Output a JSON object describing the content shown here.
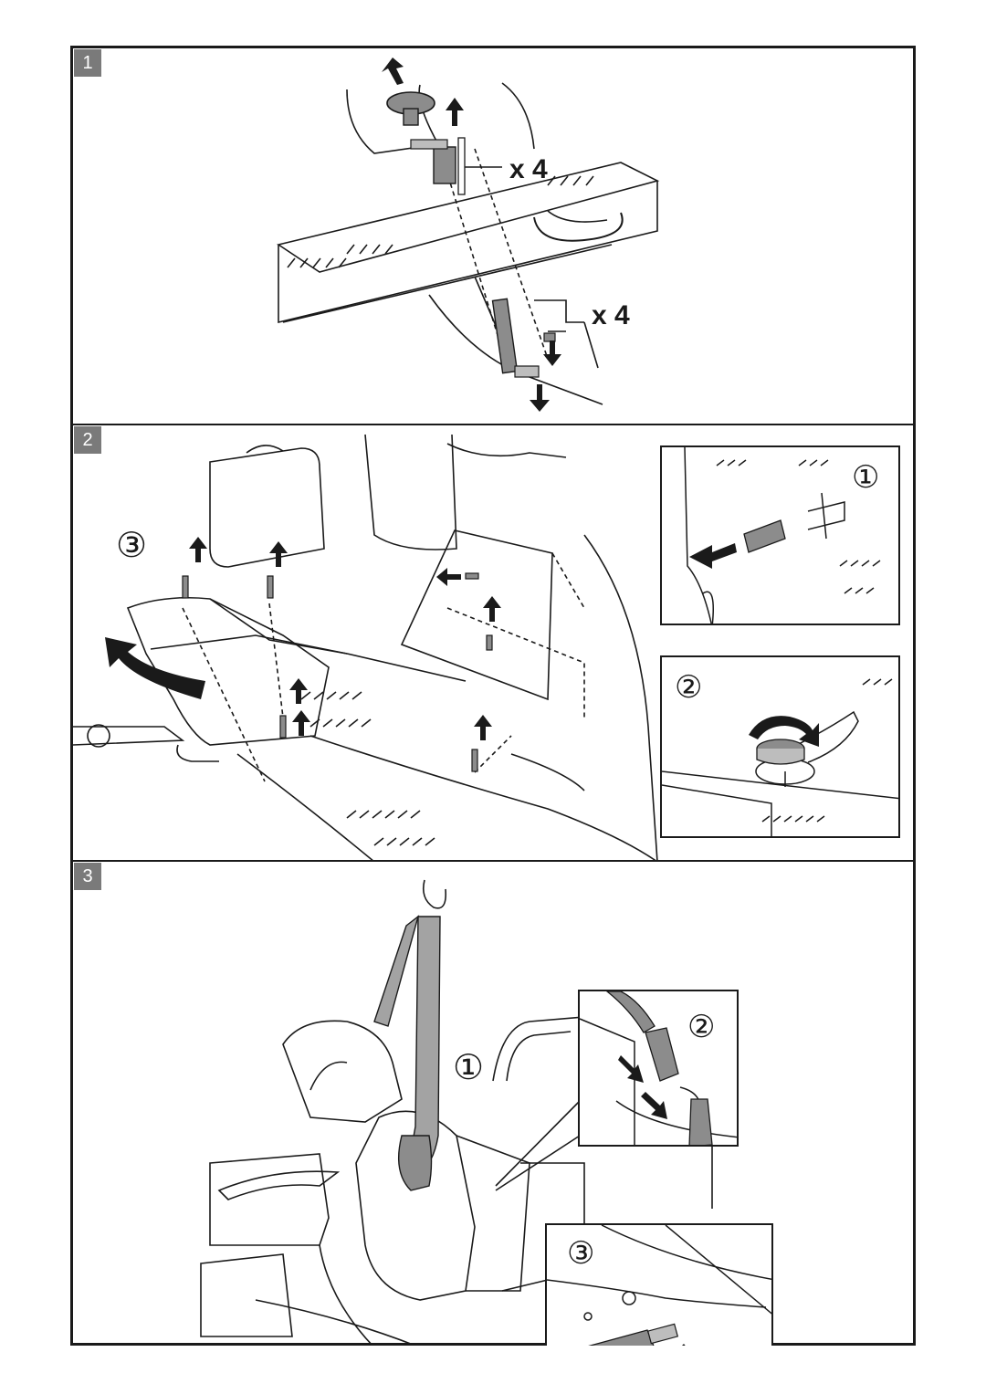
{
  "panels": [
    {
      "step": "1",
      "labels": {
        "qty_top": "x 4",
        "qty_bottom": "x 4"
      }
    },
    {
      "step": "2",
      "labels": {
        "callout_main": "③",
        "inset1": "①",
        "inset2": "②"
      }
    },
    {
      "step": "3",
      "labels": {
        "callout_strap": "①",
        "inset2": "②",
        "inset3": "③"
      }
    }
  ],
  "colors": {
    "line": "#1a1a1a",
    "part_gray": "#8c8c8c",
    "step_badge": "#7a7a7a"
  }
}
